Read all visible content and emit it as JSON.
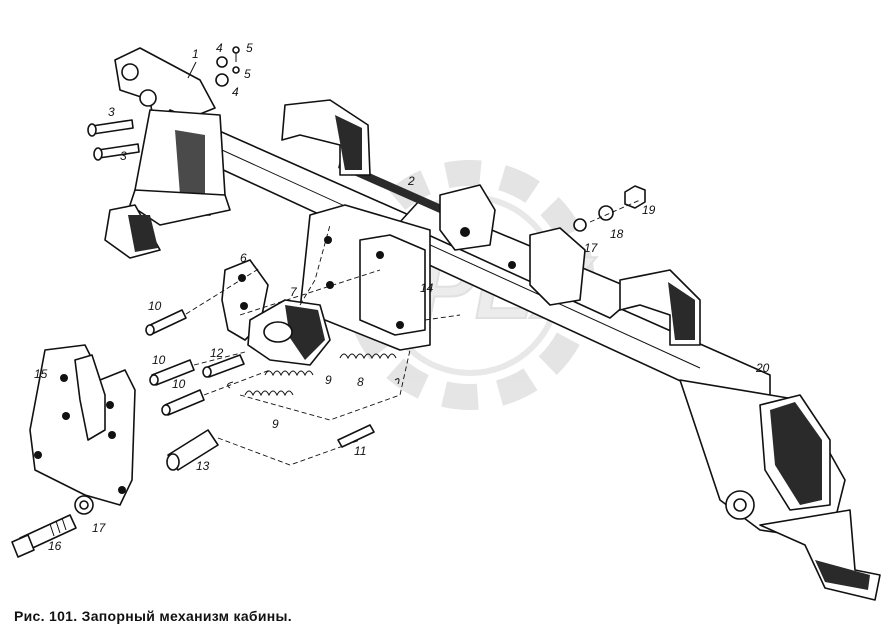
{
  "figure": {
    "caption": "Рис. 101. Запорный механизм кабины.",
    "watermark": "OPEX",
    "part_labels": [
      {
        "id": "1",
        "text": "1"
      },
      {
        "id": "2",
        "text": "2"
      },
      {
        "id": "3a",
        "text": "3"
      },
      {
        "id": "3b",
        "text": "3"
      },
      {
        "id": "4a",
        "text": "4"
      },
      {
        "id": "4b",
        "text": "4"
      },
      {
        "id": "5a",
        "text": "5"
      },
      {
        "id": "5b",
        "text": "5"
      },
      {
        "id": "6",
        "text": "6"
      },
      {
        "id": "7",
        "text": "7"
      },
      {
        "id": "8",
        "text": "8"
      },
      {
        "id": "9a",
        "text": "9"
      },
      {
        "id": "9b",
        "text": "9"
      },
      {
        "id": "10a",
        "text": "10"
      },
      {
        "id": "10b",
        "text": "10"
      },
      {
        "id": "10c",
        "text": "10"
      },
      {
        "id": "11",
        "text": "11"
      },
      {
        "id": "12",
        "text": "12"
      },
      {
        "id": "13",
        "text": "13"
      },
      {
        "id": "14",
        "text": "14"
      },
      {
        "id": "15",
        "text": "15"
      },
      {
        "id": "16",
        "text": "16"
      },
      {
        "id": "17a",
        "text": "17"
      },
      {
        "id": "17b",
        "text": "17"
      },
      {
        "id": "18",
        "text": "18"
      },
      {
        "id": "19",
        "text": "19"
      },
      {
        "id": "20",
        "text": "20"
      }
    ]
  }
}
